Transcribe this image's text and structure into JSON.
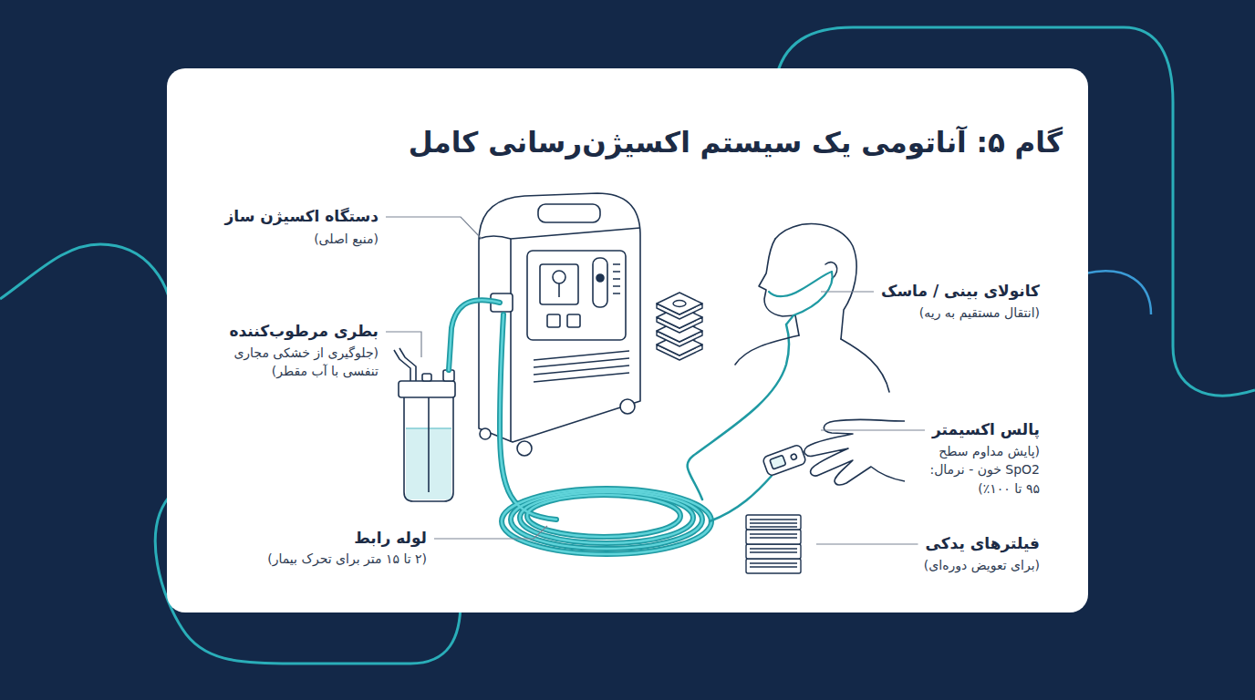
{
  "diagram": {
    "title": "گام ۵: آناتومی یک سیستم اکسیژن‌رسانی کامل",
    "labels": [
      "دستگاه اکسیژن ساز",
      "(منبع اصلی)",
      "بطری مرطوب‌کننده",
      "(جلوگیری از خشکی مجاری تنفسی با آب مقطر)",
      "لوله رابط",
      "(۲ تا ۱۵ متر برای تحرک بیمار)",
      "کانولای بینی / ماسک",
      "(انتقال مستقیم به ریه)",
      "پالس اکسیمتر",
      "(پایش مداوم سطح SpO2 خون - نرمال: ۹۵ تا ۱۰۰٪)",
      "فیلترهای یدکی",
      "(برای تعویض دوره‌ای)"
    ]
  }
}
